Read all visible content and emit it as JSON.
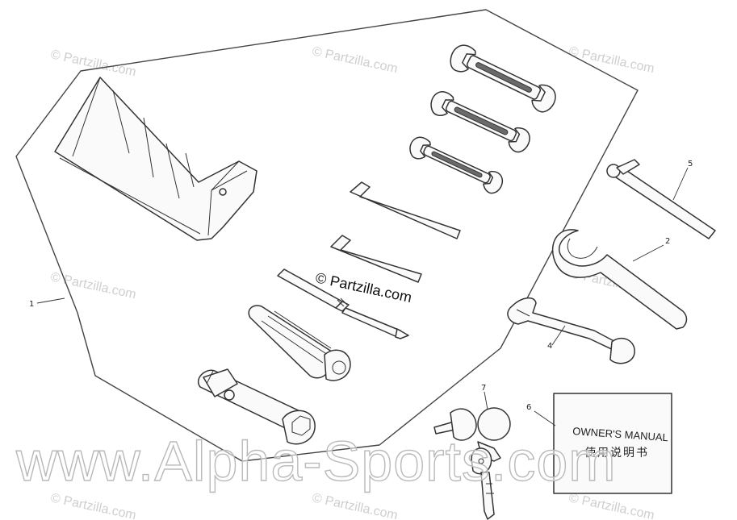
{
  "watermarks": {
    "partzilla_small": "© Partzilla.com",
    "partzilla_center": "© Partzilla.com",
    "alpha_sports": "www.Alpha-Sports.com"
  },
  "callouts": {
    "tool_bag": "1",
    "hook_spanner": "2",
    "single_wrench": "4",
    "tire_gauge": "5",
    "owners_manual": "6",
    "key_set": "7"
  },
  "manual": {
    "title": "OWNER'S MANUAL",
    "subtitle": "使用说明书"
  }
}
